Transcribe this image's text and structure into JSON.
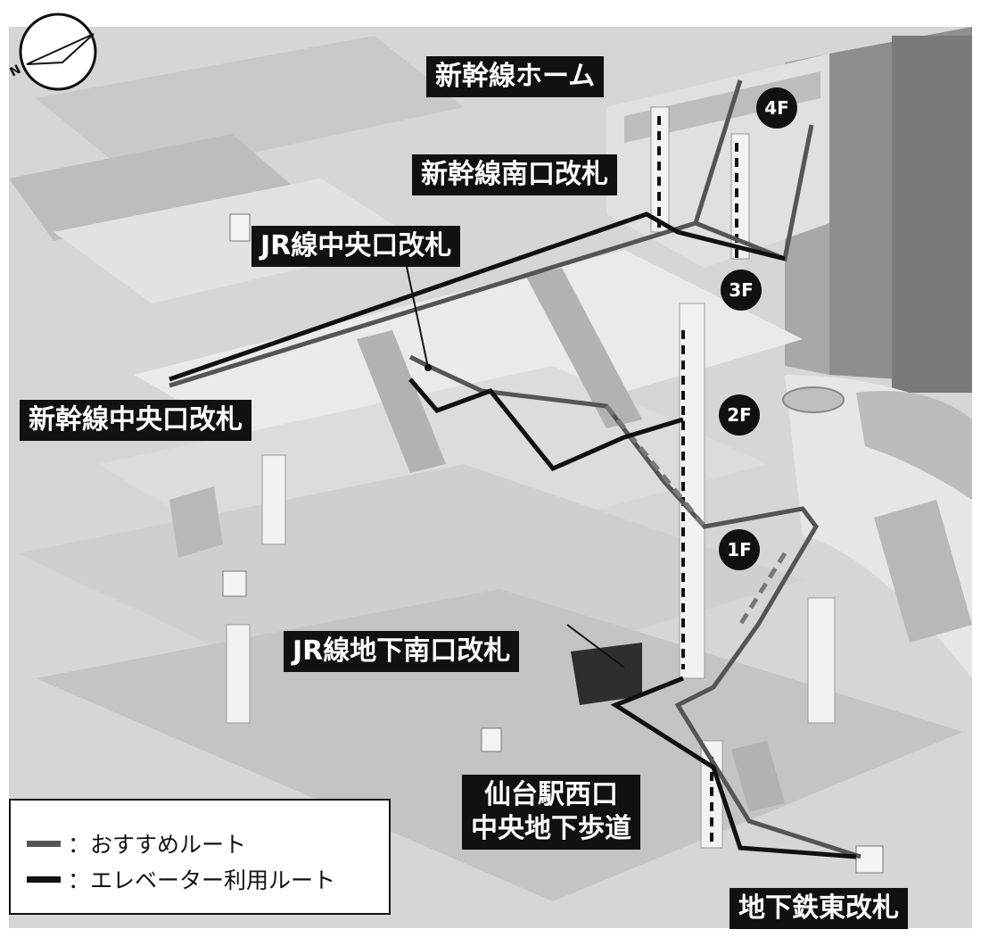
{
  "map": {
    "labels": {
      "shinkansen_home": "新幹線ホーム",
      "shinkansen_south_gate": "新幹線南口改札",
      "jr_central_gate": "JR線中央口改札",
      "shinkansen_central_gate": "新幹線中央口改札",
      "jr_underground_south_gate": "JR線地下南口改札",
      "underground_walkway_line1": "仙台駅西口",
      "underground_walkway_line2": "中央地下歩道",
      "subway_east_gate": "地下鉄東改札"
    },
    "floors": [
      "4F",
      "3F",
      "2F",
      "1F"
    ],
    "compass": {
      "north_label": "N"
    },
    "legend": {
      "recommended": {
        "label": "：おすすめルート",
        "color": "#555555"
      },
      "elevator": {
        "label": "：エレベーター利用ルート",
        "color": "#111111"
      }
    }
  }
}
